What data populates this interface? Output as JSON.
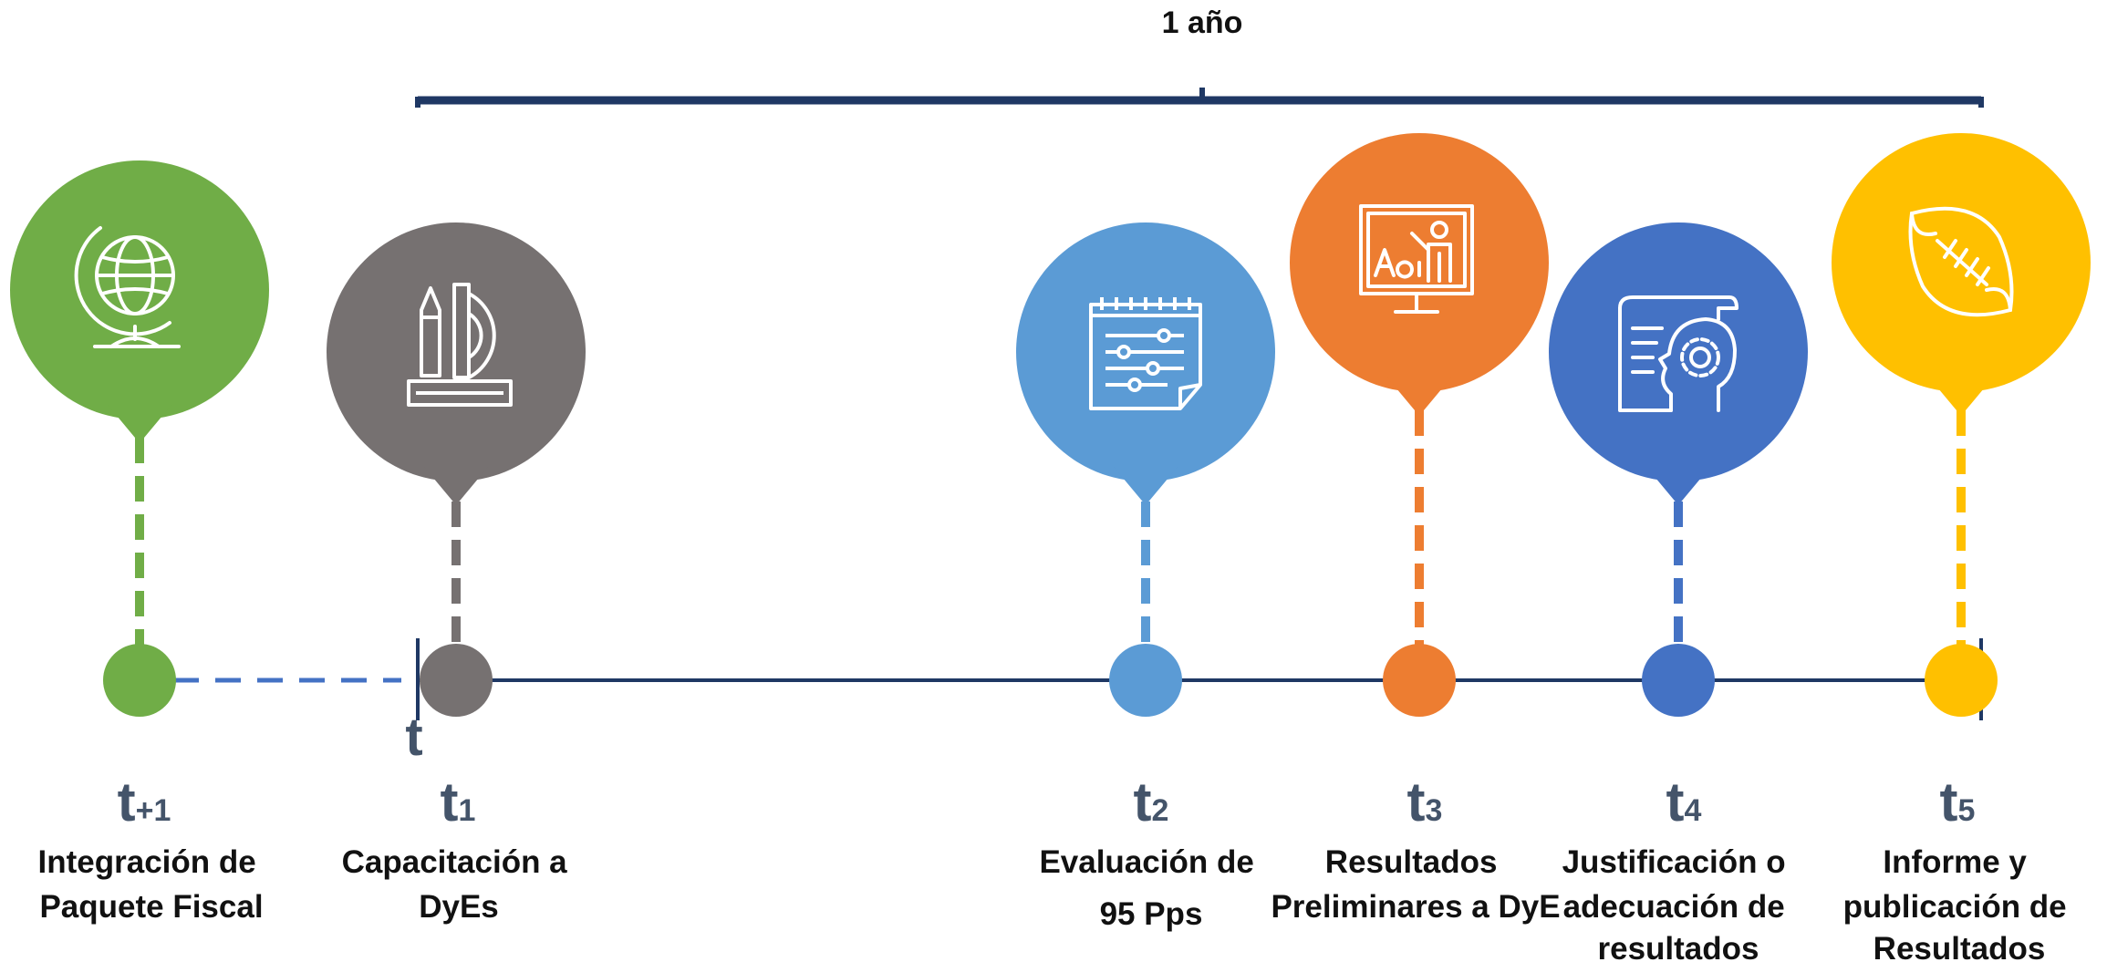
{
  "period_label": "1 año",
  "axis_t_label": "t",
  "colors": {
    "axis_line": "#1f3864",
    "dash_link": "#4472c4",
    "t_label": "#44546a",
    "text": "#111111"
  },
  "milestones": [
    {
      "id": "m0",
      "t_main": "t",
      "t_sub": "+1",
      "lines": [
        "Integración de",
        "Paquete Fiscal"
      ],
      "color": "#70ad47",
      "icon": "globe-icon"
    },
    {
      "id": "m1",
      "t_main": "t",
      "t_sub": "1",
      "lines": [
        "Capacitación a",
        "DyEs"
      ],
      "color": "#767171",
      "icon": "drafting-tools-icon"
    },
    {
      "id": "m2",
      "t_main": "t",
      "t_sub": "2",
      "lines": [
        "Evaluación de",
        "95 Pps"
      ],
      "color": "#5b9bd5",
      "icon": "settings-document-icon"
    },
    {
      "id": "m3",
      "t_main": "t",
      "t_sub": "3",
      "lines": [
        "Resultados",
        "Preliminares a DyE"
      ],
      "color": "#ed7d31",
      "icon": "presentation-teacher-icon"
    },
    {
      "id": "m4",
      "t_main": "t",
      "t_sub": "4",
      "lines": [
        "Justificación o",
        "adecuación de",
        "resultados"
      ],
      "color": "#4472c4",
      "icon": "head-gear-icon"
    },
    {
      "id": "m5",
      "t_main": "t",
      "t_sub": "5",
      "lines": [
        "Informe y",
        "publicación de",
        "Resultados"
      ],
      "color": "#ffc000",
      "icon": "football-icon"
    }
  ]
}
